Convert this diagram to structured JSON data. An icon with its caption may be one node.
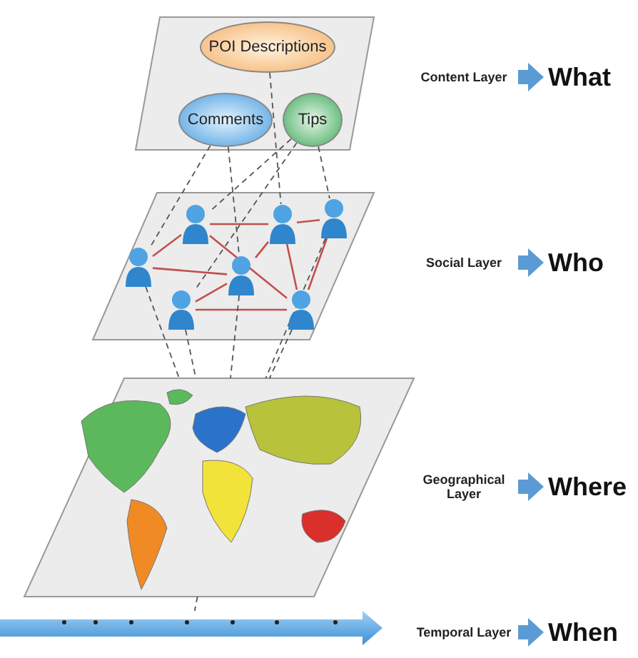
{
  "diagram": {
    "nodes": [
      {
        "text": [],
        "shape": "box"
      },
      {
        "text": [
          "POI Descriptions"
        ],
        "in": 0
      },
      {
        "text": [
          "Comments"
        ],
        "in": 0
      },
      {
        "text": [
          "Tips"
        ],
        "in": 0
      },
      {
        "text": [
          "Content Layer"
        ]
      },
      {
        "text": [
          "What"
        ]
      },
      {
        "text": [],
        "shape": "box"
      },
      {
        "text": [],
        "shape": "person",
        "in": 6
      },
      {
        "text": [],
        "shape": "person",
        "in": 6
      },
      {
        "text": [],
        "shape": "person",
        "in": 6
      },
      {
        "text": [],
        "shape": "person",
        "in": 6
      },
      {
        "text": [],
        "shape": "person",
        "in": 6
      },
      {
        "text": [],
        "shape": "person",
        "in": 6
      },
      {
        "text": [],
        "shape": "person",
        "in": 6
      },
      {
        "text": [
          "Social Layer"
        ]
      },
      {
        "text": [
          "Who"
        ]
      },
      {
        "text": [],
        "shape": "picture"
      },
      {
        "text": [
          "Geographical Layer"
        ]
      },
      {
        "text": [
          "Where"
        ]
      },
      {
        "text": [],
        "shape": "arrow"
      },
      {
        "text": [
          "Temporal Layer"
        ]
      },
      {
        "text": [
          "When"
        ]
      }
    ],
    "edges": [
      {
        "from": 4,
        "to": 5,
        "arrow": "to",
        "style": "thick",
        "color": "#5b9bd5"
      },
      {
        "from": 2,
        "to": 10,
        "arrow": "none",
        "style": "dashed"
      },
      {
        "from": 2,
        "to": 11,
        "arrow": "none",
        "style": "dashed"
      },
      {
        "from": 3,
        "to": 7,
        "arrow": "none",
        "style": "dashed"
      },
      {
        "from": 3,
        "to": 12,
        "arrow": "none",
        "style": "dashed"
      },
      {
        "from": 3,
        "to": 9,
        "arrow": "none",
        "style": "dashed"
      },
      {
        "from": 1,
        "to": 8,
        "arrow": "none",
        "style": "dashed"
      },
      {
        "from": 7,
        "to": 8,
        "arrow": "none",
        "color": "#c0504d"
      },
      {
        "from": 8,
        "to": 9,
        "arrow": "none",
        "color": "#c0504d"
      },
      {
        "from": 10,
        "to": 7,
        "arrow": "none",
        "color": "#c0504d"
      },
      {
        "from": 10,
        "to": 11,
        "arrow": "none",
        "color": "#c0504d"
      },
      {
        "from": 7,
        "to": 13,
        "arrow": "none",
        "color": "#c0504d"
      },
      {
        "from": 8,
        "to": 13,
        "arrow": "none",
        "color": "#c0504d"
      },
      {
        "from": 9,
        "to": 13,
        "arrow": "none",
        "color": "#c0504d"
      },
      {
        "from": 11,
        "to": 12,
        "arrow": "none",
        "color": "#c0504d"
      },
      {
        "from": 12,
        "to": 13,
        "arrow": "none",
        "color": "#c0504d"
      },
      {
        "from": 11,
        "to": 8,
        "arrow": "none",
        "color": "#c0504d"
      },
      {
        "from": 14,
        "to": 15,
        "arrow": "to",
        "style": "thick",
        "color": "#5b9bd5"
      },
      {
        "from": 10,
        "to": 16,
        "arrow": "none",
        "style": "dashed"
      },
      {
        "from": 12,
        "to": 16,
        "arrow": "none",
        "style": "dashed"
      },
      {
        "from": 11,
        "to": 16,
        "arrow": "none",
        "style": "dashed"
      },
      {
        "from": 13,
        "to": 16,
        "arrow": "none",
        "style": "dashed"
      },
      {
        "from": 9,
        "to": 16,
        "arrow": "none",
        "style": "dashed"
      },
      {
        "from": 17,
        "to": 18,
        "arrow": "to",
        "style": "thick",
        "color": "#5b9bd5"
      },
      {
        "from": 16,
        "to": 19,
        "arrow": "none",
        "style": "dashed"
      },
      {
        "from": 20,
        "to": 21,
        "arrow": "to",
        "style": "thick",
        "color": "#5b9bd5"
      }
    ]
  }
}
